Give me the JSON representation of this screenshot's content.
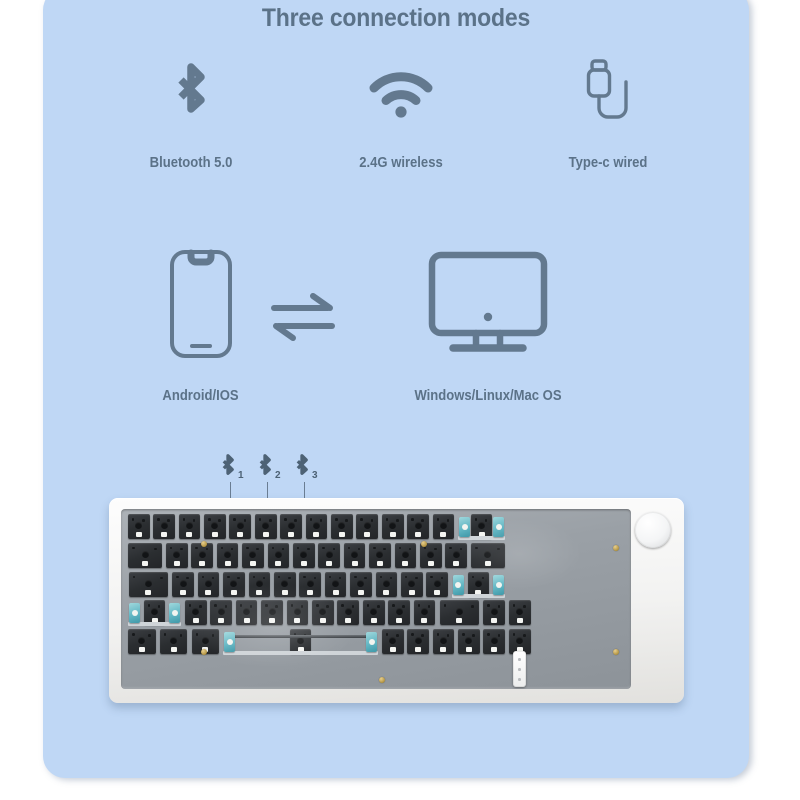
{
  "header": {
    "title": "Three connection modes"
  },
  "theme": {
    "card_bg": "#bfd7f5",
    "page_bg": "#ffffff",
    "ink": "#5b7288",
    "icon": "#63798f",
    "stabilizer": "#63b7c4",
    "plate": "#9aa0a6",
    "socket": "#2b2e31",
    "case": "#f4f4f2"
  },
  "connection_modes": [
    {
      "icon": "bluetooth-icon",
      "label": "Bluetooth 5.0"
    },
    {
      "icon": "wifi-icon",
      "label": "2.4G wireless"
    },
    {
      "icon": "usb-c-cable-icon",
      "label": "Type-c wired"
    }
  ],
  "devices": [
    {
      "icon": "smartphone-icon",
      "label": "Android/IOS"
    },
    {
      "icon": "monitor-icon",
      "label": "Windows/Linux/Mac OS"
    }
  ],
  "swap_indicator": {
    "icon": "exchange-arrows-icon",
    "label": ""
  },
  "bluetooth_channels": [
    {
      "icon": "bluetooth-icon",
      "number": "1"
    },
    {
      "icon": "bluetooth-icon",
      "number": "2"
    },
    {
      "icon": "bluetooth-icon",
      "number": "3"
    }
  ],
  "keyboard": {
    "name": "barebone-keyboard-kit",
    "rotary_knob": "rotary-knob",
    "receiver_slot": "usb-receiver-slot"
  }
}
